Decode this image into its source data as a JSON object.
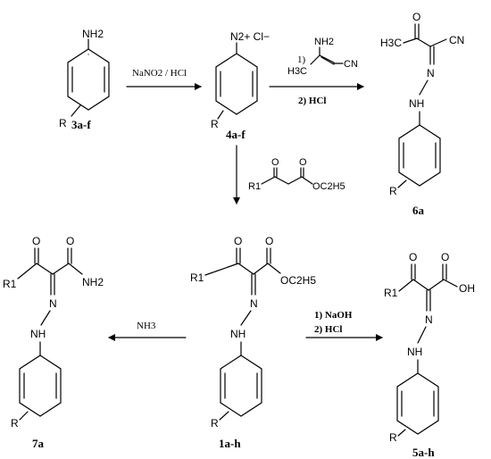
{
  "atoms": {
    "nh2": "NH2",
    "n2cl": "N2+ Cl−",
    "r": "R",
    "r1": "R1",
    "o": "O",
    "n": "N",
    "nh": "NH",
    "cn": "CN",
    "h3c": "H3C",
    "oh": "OH",
    "oc2h5": "OC2H5"
  },
  "compounds": {
    "c3": "3a-f",
    "c4": "4a-f",
    "c6": "6a",
    "c1": "1a-h",
    "c7": "7a",
    "c5": "5a-h"
  },
  "reagents": {
    "diazotization": "NaNO2 / HCl",
    "step1_num": "1)",
    "step2": "2)  HCl",
    "nh3": "NH3",
    "naoh": "1)  NaOH",
    "hcl": "2)  HCl"
  }
}
